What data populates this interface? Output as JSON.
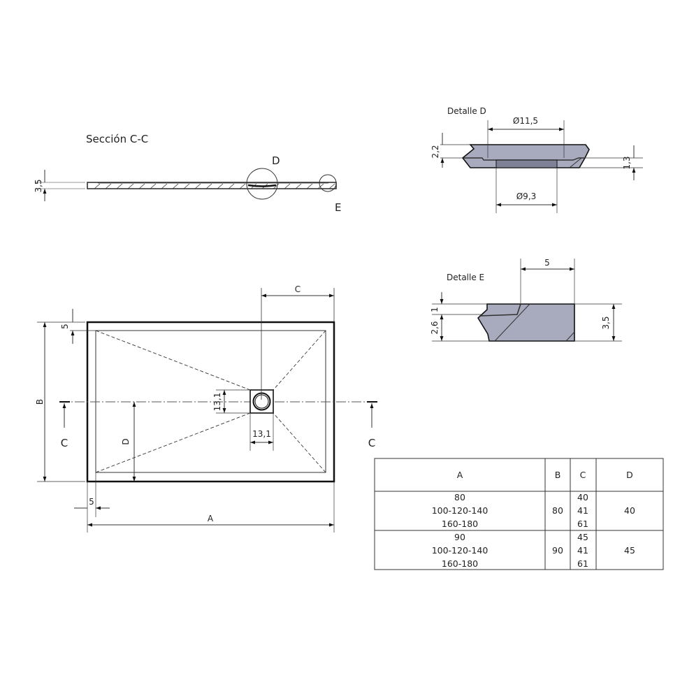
{
  "section": {
    "title": "Sección C-C",
    "thickness": "3,5",
    "detail_d_label": "D",
    "detail_e_label": "E"
  },
  "detail_d": {
    "title": "Detalle D",
    "outer_diameter": "Ø11,5",
    "inner_diameter": "Ø9,3",
    "height_total": "2,2",
    "height_lower": "1,3"
  },
  "detail_e": {
    "title": "Detalle E",
    "width": "5",
    "height_total": "3,5",
    "top_step": "1",
    "lower": "2,6"
  },
  "plan": {
    "dim_a": "A",
    "dim_b": "B",
    "dim_c": "C",
    "dim_d": "D",
    "border_top": "5",
    "border_left": "5",
    "drain_width": "13,1",
    "drain_height": "13,1",
    "section_left": "C",
    "section_right": "C"
  },
  "table": {
    "headers": [
      "A",
      "B",
      "C",
      "D"
    ],
    "rows": [
      {
        "a": [
          "80",
          "100-120-140",
          "160-180"
        ],
        "b": "80",
        "c": [
          "40",
          "41",
          "61"
        ],
        "d": "40"
      },
      {
        "a": [
          "90",
          "100-120-140",
          "160-180"
        ],
        "b": "90",
        "c": [
          "45",
          "41",
          "61"
        ],
        "d": "45"
      }
    ]
  },
  "colors": {
    "part_fill": "#a8aabd",
    "line": "#111111"
  }
}
